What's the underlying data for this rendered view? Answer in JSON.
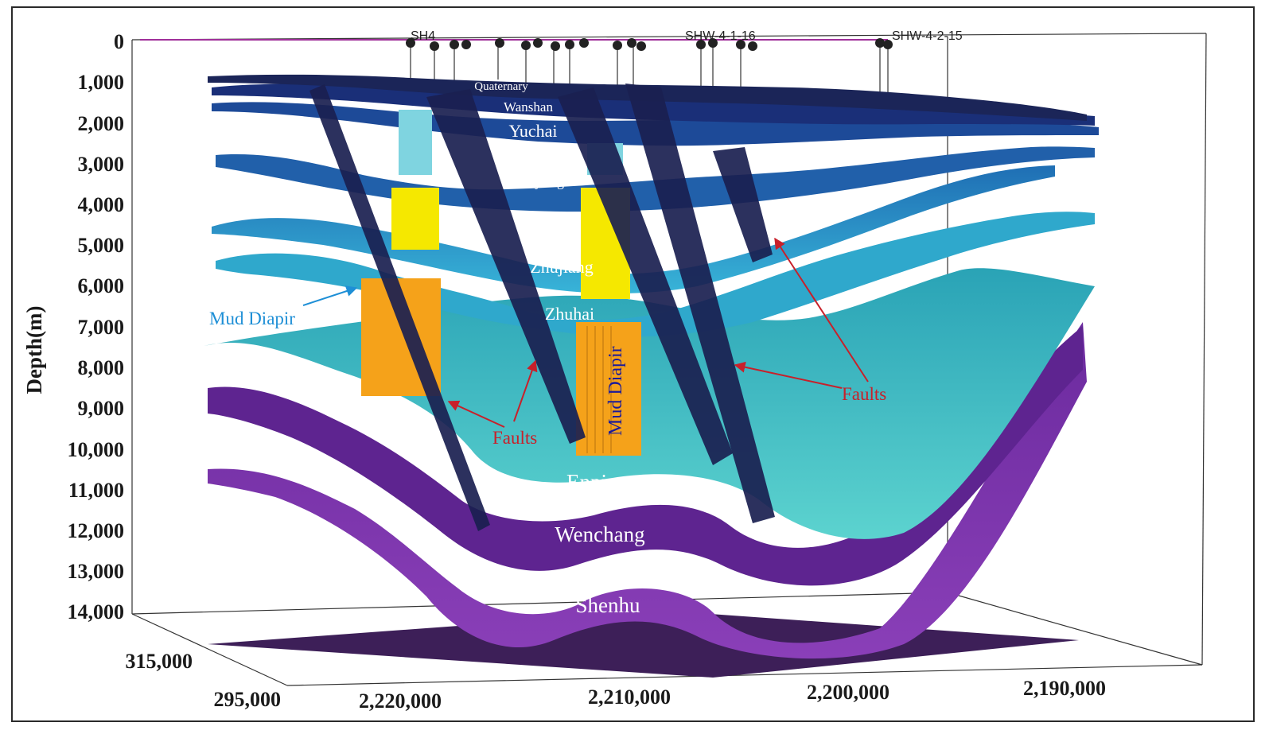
{
  "depth_axis": {
    "title": "Depth(m)",
    "ticks": [
      "0",
      "1,000",
      "2,000",
      "3,000",
      "4,000",
      "5,000",
      "6,000",
      "7,000",
      "8,000",
      "9,000",
      "10,000",
      "11,000",
      "12,000",
      "13,000",
      "14,000"
    ]
  },
  "easting_ticks": [
    "315,000",
    "295,000"
  ],
  "northing_ticks": [
    "2,220,000",
    "2,210,000",
    "2,200,000",
    "2,190,000"
  ],
  "well_labels": [
    "SH4",
    "SHW-4-1-16",
    "SHW-4-2-15"
  ],
  "layers": [
    {
      "name": "Quaternary",
      "color": "#1c2a60"
    },
    {
      "name": "Wanshan",
      "color": "#1b2f78"
    },
    {
      "name": "Yuchai",
      "color": "#1e4f9a"
    },
    {
      "name": "Hanjiang",
      "color": "#2364ad"
    },
    {
      "name": "Zhujiang",
      "color": "#2a86c2"
    },
    {
      "name": "Zhuhai",
      "color": "#35b6d6"
    },
    {
      "name": "Enping",
      "color": "#44c3c4"
    },
    {
      "name": "Wenchang",
      "color": "#6a2a9a"
    },
    {
      "name": "Shenhu",
      "color": "#7a35a8"
    }
  ],
  "annotations": {
    "mud_diapir": "Mud Diapir",
    "faults": "Faults"
  },
  "colors": {
    "fault": "#1a2050",
    "diapir_upper": "#f5e800",
    "diapir_lower": "#f5a21a",
    "diapir_top": "#7fd4e0",
    "red_arrow": "#c8202a",
    "blue_arrow": "#1e8fd6"
  }
}
